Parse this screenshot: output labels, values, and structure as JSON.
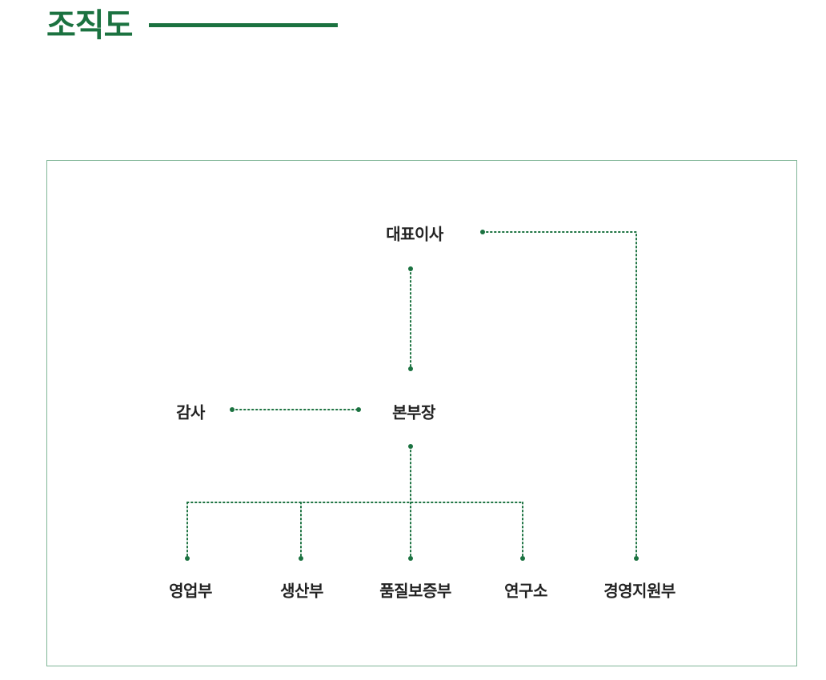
{
  "header": {
    "title": "조직도"
  },
  "org": {
    "ceo": "대표이사",
    "head": "본부장",
    "audit": "감사",
    "departments": [
      "영업부",
      "생산부",
      "품질보증부",
      "연구소"
    ],
    "support": "경영지원부"
  },
  "colors": {
    "accent": "#1b7240",
    "frame": "#7fb596",
    "text": "#222222"
  }
}
